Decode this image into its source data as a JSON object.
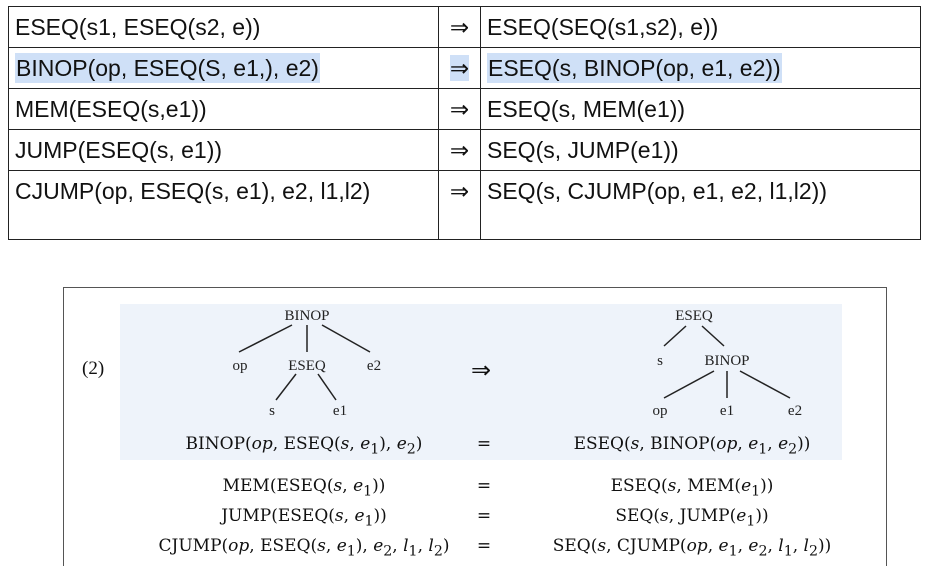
{
  "table": {
    "arrow": "⇒",
    "rows": [
      {
        "lhs": "ESEQ(s1, ESEQ(s2, e))",
        "rhs": "ESEQ(SEQ(s1,s2), e))",
        "highlighted": false
      },
      {
        "lhs": "BINOP(op, ESEQ(S, e1,), e2)",
        "rhs": "ESEQ(s, BINOP(op, e1, e2))",
        "highlighted": true
      },
      {
        "lhs": "MEM(ESEQ(s,e1))",
        "rhs": "ESEQ(s, MEM(e1))",
        "highlighted": false
      },
      {
        "lhs": "JUMP(ESEQ(s, e1))",
        "rhs": "SEQ(s, JUMP(e1))",
        "highlighted": false
      },
      {
        "lhs": "CJUMP(op, ESEQ(s, e1), e2, l1,l2)",
        "rhs": "SEQ(s, CJUMP(op, e1, e2, l1,l2))",
        "highlighted": false
      }
    ]
  },
  "figure": {
    "label": "(2)",
    "arrow": "⇒",
    "left_tree": {
      "root": "BINOP",
      "left": "op",
      "mid": "ESEQ",
      "right": "e2",
      "mid_left": "s",
      "mid_right": "e1"
    },
    "right_tree": {
      "root": "ESEQ",
      "left": "s",
      "mid": "BINOP",
      "mid_left": "op",
      "mid_mid": "e1",
      "mid_right": "e2"
    },
    "equals": "=",
    "equations": [
      {
        "lhs_html": "<span class=\"sc\">BINOP</span>(<i>op</i>, <span class=\"sc\">ESEQ</span>(<i>s</i>, <i>e</i><sub>1</sub>), <i>e</i><sub>2</sub>)",
        "rhs_html": "<span class=\"sc\">ESEQ</span>(<i>s</i>, <span class=\"sc\">BINOP</span>(<i>op</i>, <i>e</i><sub>1</sub>, <i>e</i><sub>2</sub>))"
      },
      {
        "lhs_html": "<span class=\"sc\">MEM</span>(<span class=\"sc\">ESEQ</span>(<i>s</i>, <i>e</i><sub>1</sub>))",
        "rhs_html": "<span class=\"sc\">ESEQ</span>(<i>s</i>, <span class=\"sc\">MEM</span>(<i>e</i><sub>1</sub>))"
      },
      {
        "lhs_html": "<span class=\"sc\">JUMP</span>(<span class=\"sc\">ESEQ</span>(<i>s</i>, <i>e</i><sub>1</sub>))",
        "rhs_html": "<span class=\"sc\">SEQ</span>(<i>s</i>, <span class=\"sc\">JUMP</span>(<i>e</i><sub>1</sub>))"
      },
      {
        "lhs_html": "<span class=\"sc\">CJUMP</span>(<i>op</i>, <span class=\"sc\">ESEQ</span>(<i>s</i>, <i>e</i><sub>1</sub>), <i>e</i><sub>2</sub>, <i>l</i><sub>1</sub>, <i>l</i><sub>2</sub>)",
        "rhs_html": "<span class=\"sc\">SEQ</span>(<i>s</i>, <span class=\"sc\">CJUMP</span>(<i>op</i>, <i>e</i><sub>1</sub>, <i>e</i><sub>2</sub>, <i>l</i><sub>1</sub>, <i>l</i><sub>2</sub>))"
      }
    ]
  },
  "colors": {
    "highlight": "#cfe0f7",
    "figure_shade": "#eef3fa"
  }
}
